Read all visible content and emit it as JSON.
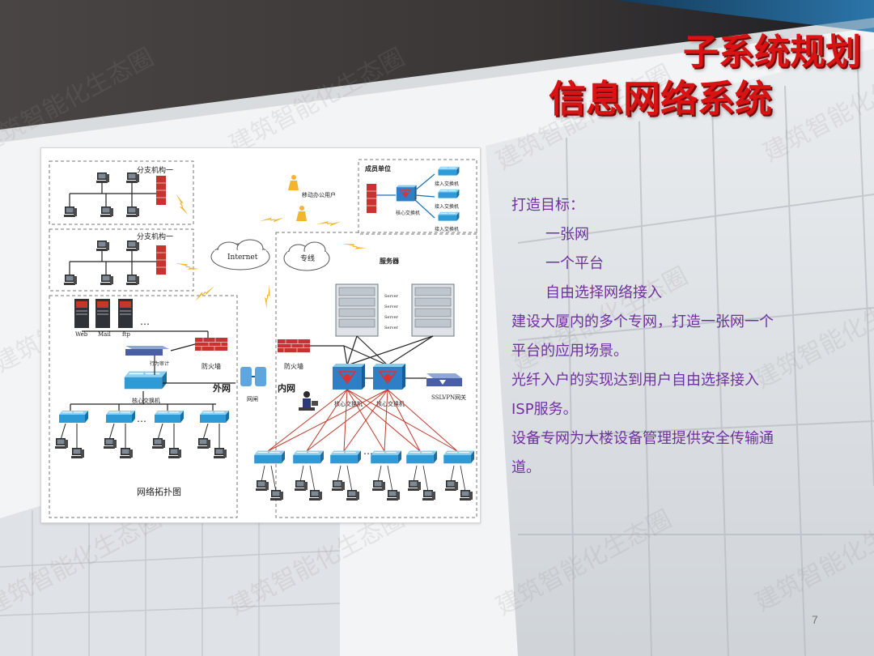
{
  "header": {
    "title_main": "子系统规划",
    "title_sub": "信息网络系统"
  },
  "diagram": {
    "branch_1": "分支机构一",
    "branch_2": "分支机构一",
    "member_unit": "成员单位",
    "mobile_user": "移动办公用户",
    "internet": "Internet",
    "dedicated_line": "专线",
    "server_area": "服务器",
    "server_rack_label": "Server",
    "server_web": "Web",
    "server_mail": "Mail",
    "server_ftp": "ftp",
    "audit": "行为审计",
    "firewall_outer": "防火墙",
    "firewall_inner": "防火墙",
    "core_switch_outer": "核心交换机",
    "outer_net": "外网",
    "gatekeeper": "网闸",
    "inner_net": "内网",
    "core_switch_inner_1": "核心交换机",
    "core_switch_inner_2": "核心交换机",
    "member_core_switch": "核心交换机",
    "member_access_switch": "接入交换机",
    "ssl_vpn": "SSLVPN网关",
    "topology_title": "网络拓扑图"
  },
  "content": {
    "items": [
      {
        "text": "打造目标：",
        "indent": false
      },
      {
        "text": "一张网",
        "indent": true
      },
      {
        "text": "一个平台",
        "indent": true
      },
      {
        "text": "自由选择网络接入",
        "indent": true
      },
      {
        "text": "建设大厦内的多个专网，打造一张网一个",
        "indent": false
      },
      {
        "text": "平台的应用场景。",
        "indent": false
      },
      {
        "text": "光纤入户的实现达到用户自由选择接入",
        "indent": false
      },
      {
        "text": "ISP服务。",
        "indent": false
      },
      {
        "text": "设备专网为大楼设备管理提供安全传输通",
        "indent": false
      },
      {
        "text": "道。",
        "indent": false
      }
    ]
  },
  "watermark": "建筑智能化生态圈",
  "page_number": "7",
  "colors": {
    "title_red": "#d91313",
    "text_purple": "#7030a0",
    "switch_blue": "#2e9bd6",
    "firewall_red": "#c8322f",
    "lightning": "#f2b530",
    "link_red": "#c0392b"
  }
}
